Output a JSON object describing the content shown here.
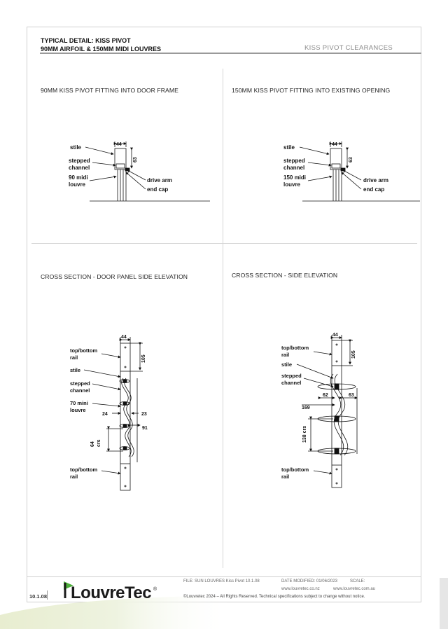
{
  "header": {
    "title_line1": "TYPICAL DETAIL: KISS PIVOT",
    "title_line2": "90MM AIRFOIL & 150MM MIDI LOUVRES",
    "section": "KISS PIVOT CLEARANCES"
  },
  "panels": {
    "tl": {
      "caption": "90MM KISS PIVOT FITTING INTO DOOR FRAME",
      "dim_top": "44",
      "dim_side": "63",
      "labels": [
        "stile",
        "stepped",
        "channel",
        "90 midi",
        "louvre",
        "drive arm",
        "end cap"
      ]
    },
    "tr": {
      "caption": "150MM KISS PIVOT FITTING INTO EXISTING OPENING",
      "dim_top": "44",
      "dim_side": "63",
      "labels": [
        "stile",
        "stepped",
        "channel",
        "150 midi",
        "louvre",
        "drive arm",
        "end cap"
      ]
    },
    "bl": {
      "caption": "CROSS SECTION - DOOR PANEL SIDE ELEVATION",
      "dim_top": "44",
      "dim_105": "105",
      "dim_24": "24",
      "dim_23": "23",
      "dim_91": "91",
      "dim_64": "64",
      "dim_crs": "crs",
      "labels": [
        "top/bottom",
        "rail",
        "stile",
        "stepped",
        "channel",
        "70 mini",
        "louvre",
        "top/bottom",
        "rail"
      ]
    },
    "br": {
      "caption": "CROSS SECTION - SIDE ELEVATION",
      "dim_top": "44",
      "dim_105": "105",
      "dim_62": "62",
      "dim_63": "63",
      "dim_169": "169",
      "dim_138": "138 crs",
      "labels": [
        "top/bottom",
        "rail",
        "stile",
        "stepped",
        "channel",
        "top/bottom",
        "rail"
      ]
    }
  },
  "footer": {
    "page_code": "10.1.08",
    "brand": "LouvreTec",
    "reg": "®",
    "file": "FILE: SUN LOUVRES Kiss Pivot 10.1.08",
    "date_modified": "DATE MODIFIED: 01/06/2023",
    "scale": "SCALE:",
    "web_nz": "www.louvretec.co.nz",
    "web_au": "www.louvretec.com.au",
    "copyright": "©Louvretec 2024 – All Rights Reserved. Technical specifications subject to change without notice."
  },
  "colors": {
    "brand_green": "#4caf3a",
    "rule_gray": "#9a9a9a"
  }
}
